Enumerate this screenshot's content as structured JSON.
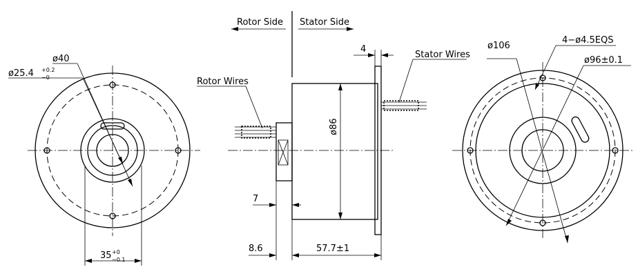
{
  "labels": {
    "rotor_side": "Rotor Side",
    "stator_side": "Stator Side",
    "rotor_wires": "Rotor Wires",
    "stator_wires": "Stator Wires"
  },
  "dimensions": {
    "left_bore": "ø25.4",
    "left_bore_tol_upper": "+0.2",
    "left_bore_tol_lower": "−0",
    "left_mid_dia": "ø40",
    "left_width": "35",
    "left_width_tol_upper": "+0",
    "left_width_tol_lower": "−0.1",
    "flange_thickness": "4",
    "body_dia": "ø86",
    "rotor_offset": "7",
    "rotor_length": "8.6",
    "body_length": "57.7±1",
    "right_flange_dia": "ø106",
    "right_holes": "4−ø4.5EQS",
    "right_pcd": "ø96±0.1"
  },
  "colors": {
    "line": "#000000",
    "background": "#ffffff"
  }
}
